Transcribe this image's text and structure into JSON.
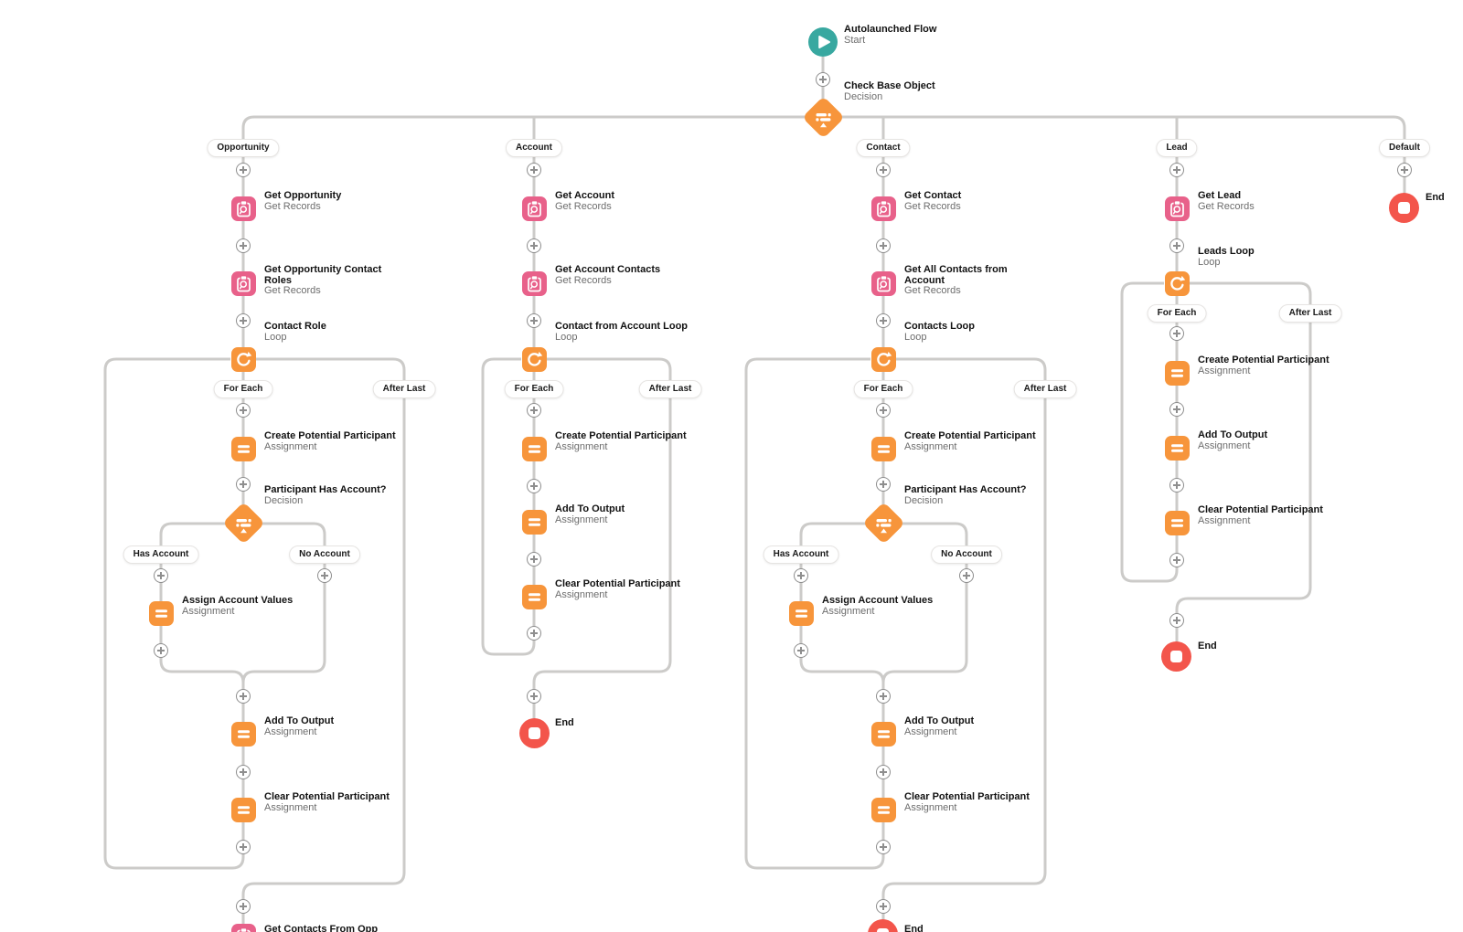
{
  "colors": {
    "teal": "#38a8a0",
    "orange": "#f7953b",
    "pink": "#e8618a",
    "red": "#f3554b",
    "line": "#cccbc9"
  },
  "start": {
    "title": "Autolaunched Flow",
    "subtitle": "Start"
  },
  "root_decision": {
    "title": "Check Base Object",
    "subtitle": "Decision"
  },
  "pills": {
    "opportunity": "Opportunity",
    "account": "Account",
    "contact": "Contact",
    "lead": "Lead",
    "default": "Default",
    "for_each": "For Each",
    "after_last": "After Last",
    "has_account": "Has Account",
    "no_account": "No Account"
  },
  "nodes": {
    "get_opportunity": {
      "title": "Get Opportunity",
      "type": "Get Records"
    },
    "get_opp_contact_roles": {
      "title": "Get Opportunity Contact Roles",
      "type": "Get Records"
    },
    "contact_role_loop": {
      "title": "Contact Role",
      "type": "Loop"
    },
    "create_potential_participant": {
      "title": "Create Potential Participant",
      "type": "Assignment"
    },
    "participant_has_account": {
      "title": "Participant Has Account?",
      "type": "Decision"
    },
    "assign_account_values": {
      "title": "Assign Account Values",
      "type": "Assignment"
    },
    "add_to_output": {
      "title": "Add To Output",
      "type": "Assignment"
    },
    "clear_potential_participant": {
      "title": "Clear Potential Participant",
      "type": "Assignment"
    },
    "get_contacts_from_opp": {
      "title": "Get Contacts From Opp"
    },
    "get_account": {
      "title": "Get Account",
      "type": "Get Records"
    },
    "get_account_contacts": {
      "title": "Get Account Contacts",
      "type": "Get Records"
    },
    "contact_from_account_loop": {
      "title": "Contact from Account Loop",
      "type": "Loop"
    },
    "get_contact": {
      "title": "Get Contact",
      "type": "Get Records"
    },
    "get_all_contacts_from_account": {
      "title": "Get All Contacts from Account",
      "type": "Get Records"
    },
    "contacts_loop": {
      "title": "Contacts Loop",
      "type": "Loop"
    },
    "get_lead": {
      "title": "Get Lead",
      "type": "Get Records"
    },
    "leads_loop": {
      "title": "Leads Loop",
      "type": "Loop"
    },
    "end": {
      "title": "End"
    }
  }
}
